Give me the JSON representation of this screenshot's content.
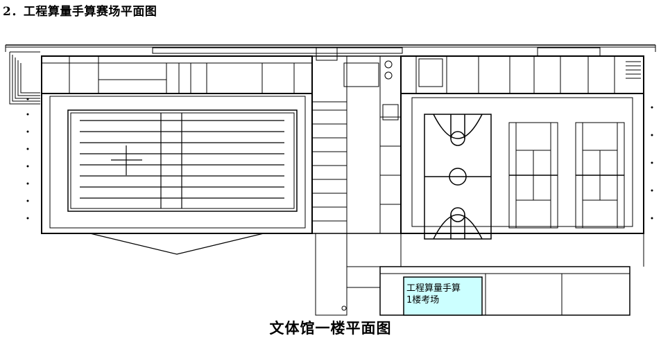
{
  "header": {
    "title": "2．工程算量手算赛场平面图"
  },
  "highlight": {
    "line1": "工程算量手算",
    "line2": "1楼考场",
    "fill": "#ccffff"
  },
  "caption": "文体馆一楼平面图",
  "colors": {
    "line": "#000000",
    "background": "#ffffff"
  }
}
